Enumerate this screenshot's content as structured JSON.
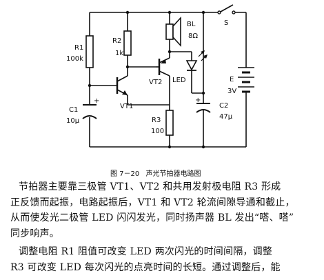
{
  "diagram": {
    "R1": {
      "name": "R1",
      "value": "100k"
    },
    "R2": {
      "name": "R2",
      "value": "1k"
    },
    "R3": {
      "name": "R3",
      "value": "100"
    },
    "C1": {
      "name": "C1",
      "value": "10μ"
    },
    "C2": {
      "name": "C2",
      "value": "47μ"
    },
    "VT1": "VT1",
    "VT2": "VT2",
    "LED": "LED",
    "BL": {
      "name": "BL",
      "value": "8Ω"
    },
    "S": "S",
    "E": {
      "name": "E",
      "value": "3V"
    }
  },
  "caption": {
    "number": "图 7－20",
    "title": "声光节拍器电路图"
  },
  "paragraph1": [
    "节拍器主要靠三极管 VT1、VT2 和共用发射极电阻 R3 形成",
    "正反馈而起振，电路起振后，VT1 和 VT2 轮流间隙导通和截止，",
    "从而使发光二极管 LED 闪闪发光，同时扬声器 BL 发出“嗒、嗒”",
    "同步响声。"
  ],
  "paragraph2": [
    "调整电阻 R1 阻值可改变 LED 两次闪光的时间间隔，调整",
    "R3 可改变 LED 每次闪光的点亮时间的长短。通过调整后，能"
  ]
}
